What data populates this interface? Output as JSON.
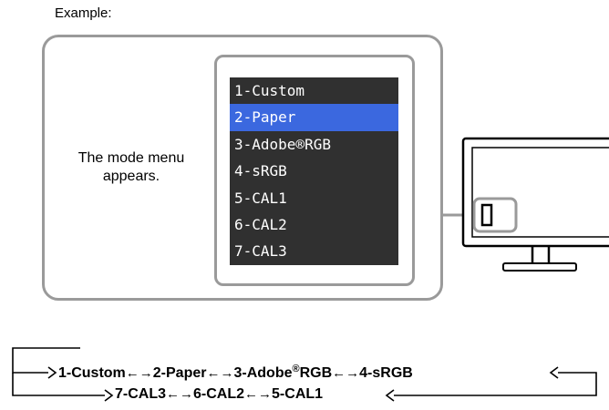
{
  "example_label": "Example:",
  "caption": "The mode menu appears.",
  "mode_menu": {
    "selected_index": 1,
    "items": [
      "1-Custom",
      "2-Paper",
      "3-Adobe®RGB",
      "4-sRGB",
      "5-CAL1",
      "6-CAL2",
      "7-CAL3"
    ]
  },
  "sequence_row1": {
    "items": [
      "1-Custom",
      "2-Paper",
      "3-Adobe",
      "®",
      "RGB",
      "4-sRGB"
    ],
    "separator": "←→"
  },
  "sequence_row2": {
    "items": [
      "7-CAL3",
      "6-CAL2",
      "5-CAL1"
    ],
    "separator": "←→"
  }
}
